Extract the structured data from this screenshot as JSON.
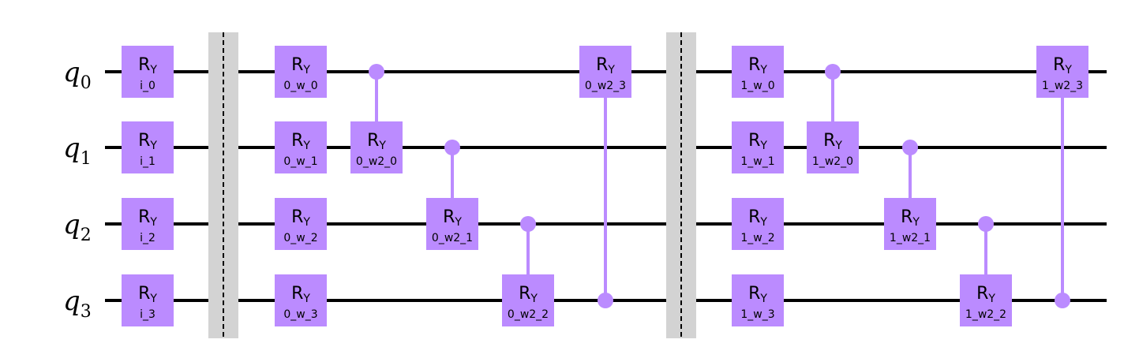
{
  "circuit": {
    "gate_color": "#bb8bff",
    "wire_color": "#000000",
    "barrier_color": "#d3d3d3",
    "qubits": [
      {
        "name": "q",
        "index": "0"
      },
      {
        "name": "q",
        "index": "1"
      },
      {
        "name": "q",
        "index": "2"
      },
      {
        "name": "q",
        "index": "3"
      }
    ],
    "gate_label": {
      "name": "R",
      "sub": "Y"
    },
    "operations": [
      {
        "kind": "ry",
        "col": 0,
        "q": 0,
        "param": "i_0"
      },
      {
        "kind": "ry",
        "col": 0,
        "q": 1,
        "param": "i_1"
      },
      {
        "kind": "ry",
        "col": 0,
        "q": 2,
        "param": "i_2"
      },
      {
        "kind": "ry",
        "col": 0,
        "q": 3,
        "param": "i_3"
      },
      {
        "kind": "barrier",
        "col": 1
      },
      {
        "kind": "ry",
        "col": 2,
        "q": 0,
        "param": "0_w_0"
      },
      {
        "kind": "ry",
        "col": 2,
        "q": 1,
        "param": "0_w_1"
      },
      {
        "kind": "ry",
        "col": 2,
        "q": 2,
        "param": "0_w_2"
      },
      {
        "kind": "ry",
        "col": 2,
        "q": 3,
        "param": "0_w_3"
      },
      {
        "kind": "cry",
        "col": 3,
        "ctrl": 0,
        "target": 1,
        "param": "0_w2_0"
      },
      {
        "kind": "cry",
        "col": 4,
        "ctrl": 1,
        "target": 2,
        "param": "0_w2_1"
      },
      {
        "kind": "cry",
        "col": 5,
        "ctrl": 2,
        "target": 3,
        "param": "0_w2_2"
      },
      {
        "kind": "cry",
        "col": 6,
        "ctrl": 3,
        "target": 0,
        "param": "0_w2_3"
      },
      {
        "kind": "barrier",
        "col": 7
      },
      {
        "kind": "ry",
        "col": 8,
        "q": 0,
        "param": "1_w_0"
      },
      {
        "kind": "ry",
        "col": 8,
        "q": 1,
        "param": "1_w_1"
      },
      {
        "kind": "ry",
        "col": 8,
        "q": 2,
        "param": "1_w_2"
      },
      {
        "kind": "ry",
        "col": 8,
        "q": 3,
        "param": "1_w_3"
      },
      {
        "kind": "cry",
        "col": 9,
        "ctrl": 0,
        "target": 1,
        "param": "1_w2_0"
      },
      {
        "kind": "cry",
        "col": 10,
        "ctrl": 1,
        "target": 2,
        "param": "1_w2_1"
      },
      {
        "kind": "cry",
        "col": 11,
        "ctrl": 2,
        "target": 3,
        "param": "1_w2_2"
      },
      {
        "kind": "cry",
        "col": 12,
        "ctrl": 3,
        "target": 0,
        "param": "1_w2_3"
      }
    ]
  }
}
